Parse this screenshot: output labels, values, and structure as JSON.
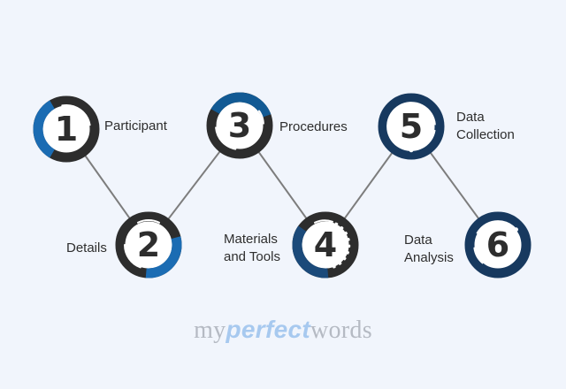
{
  "title": "Six-step research process diagram",
  "colors": {
    "background": "#f1f5fc",
    "ring_dark": "#2d2d2d",
    "ring_navy": "#17395f",
    "accent_bright_blue": "#1b6cb3",
    "accent_mid_blue": "#125a94",
    "accent_dark_blue": "#1b4a7a",
    "connector": "#7d7d7d",
    "label_text": "#2e2e2e",
    "number_text": "#2d2d2d",
    "logo_gray": "#b5bac3",
    "logo_blue": "#a7c9ef",
    "highlight_white": "#ffffff"
  },
  "steps": [
    {
      "number": "1",
      "label": "Participant",
      "ring": "#2d2d2d",
      "accent": "#1b6cb3"
    },
    {
      "number": "2",
      "label": "Details",
      "ring": "#2d2d2d",
      "accent": "#1b6cb3"
    },
    {
      "number": "3",
      "label": "Procedures",
      "ring": "#2d2d2d",
      "accent": "#125a94"
    },
    {
      "number": "4",
      "label": "Materials\nand Tools",
      "ring": "#2d2d2d",
      "accent": "#1b4a7a"
    },
    {
      "number": "5",
      "label": "Data\nCollection",
      "ring": "#17395f"
    },
    {
      "number": "6",
      "label": "Data\nAnalysis",
      "ring": "#17395f"
    }
  ],
  "logo": {
    "my": "my",
    "perfect": "perfect",
    "words": "words"
  }
}
